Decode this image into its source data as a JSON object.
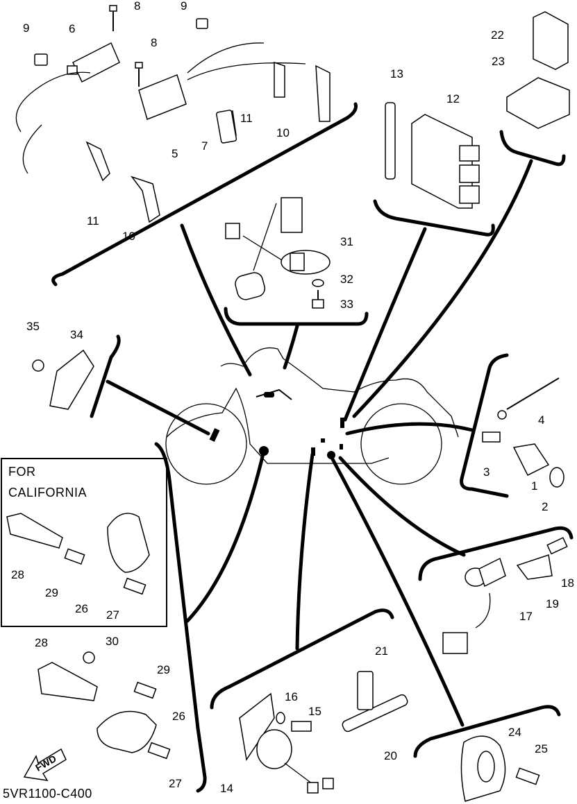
{
  "diagram": {
    "code": "5VR1100-C400",
    "california_note_line1": "FOR",
    "california_note_line2": "CALIFORNIA",
    "fwd_label": "FWD",
    "callouts": {
      "c1": "1",
      "c2": "2",
      "c3": "3",
      "c4": "4",
      "c5": "5",
      "c6": "6",
      "c7": "7",
      "c8a": "8",
      "c8b": "8",
      "c9a": "9",
      "c9b": "9",
      "c10a": "10",
      "c10b": "10",
      "c11a": "11",
      "c11b": "11",
      "c12": "12",
      "c13": "13",
      "c14": "14",
      "c15": "15",
      "c16": "16",
      "c17": "17",
      "c18": "18",
      "c19": "19",
      "c20": "20",
      "c21": "21",
      "c22": "22",
      "c23": "23",
      "c24": "24",
      "c25": "25",
      "c26a": "26",
      "c26b": "26",
      "c27a": "27",
      "c27b": "27",
      "c28a": "28",
      "c28b": "28",
      "c29a": "29",
      "c29b": "29",
      "c30": "30",
      "c31": "31",
      "c32": "32",
      "c33": "33",
      "c34": "34",
      "c35": "35"
    }
  }
}
